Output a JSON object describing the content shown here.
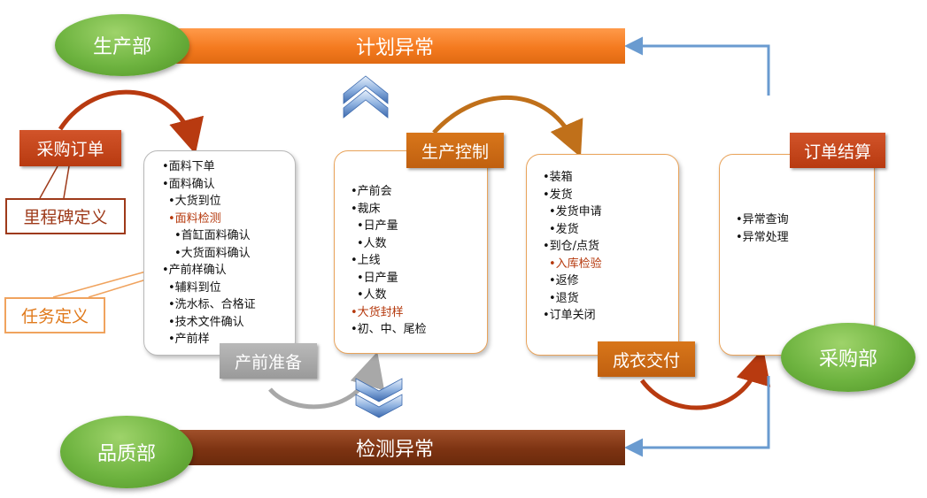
{
  "top_bar": {
    "label": "计划异常"
  },
  "bottom_bar": {
    "label": "检测异常"
  },
  "departments": {
    "production": "生产部",
    "quality": "品质部",
    "purchasing": "采购部"
  },
  "tags": {
    "purchase_order": "采购订单",
    "production_control": "生产控制",
    "order_settlement": "订单结算",
    "garment_delivery": "成衣交付",
    "preproduction_prep": "产前准备"
  },
  "callouts": {
    "milestone_definition": "里程碑定义",
    "task_definition": "任务定义"
  },
  "boxes": {
    "prep": [
      {
        "text": "•面料下单",
        "indent": 0,
        "highlight": false
      },
      {
        "text": "•面料确认",
        "indent": 0,
        "highlight": false
      },
      {
        "text": "•大货到位",
        "indent": 1,
        "highlight": false
      },
      {
        "text": "•面料检测",
        "indent": 1,
        "highlight": true
      },
      {
        "text": "•首缸面料确认",
        "indent": 2,
        "highlight": false
      },
      {
        "text": "•大货面料确认",
        "indent": 2,
        "highlight": false
      },
      {
        "text": "•产前样确认",
        "indent": 0,
        "highlight": false
      },
      {
        "text": "•辅料到位",
        "indent": 1,
        "highlight": false
      },
      {
        "text": "•洗水标、合格证",
        "indent": 1,
        "highlight": false
      },
      {
        "text": "•技术文件确认",
        "indent": 1,
        "highlight": false
      },
      {
        "text": "•产前样",
        "indent": 1,
        "highlight": false
      }
    ],
    "control": [
      {
        "text": "•产前会",
        "indent": 0,
        "highlight": false
      },
      {
        "text": "•裁床",
        "indent": 0,
        "highlight": false
      },
      {
        "text": "•日产量",
        "indent": 1,
        "highlight": false
      },
      {
        "text": "•人数",
        "indent": 1,
        "highlight": false
      },
      {
        "text": "•上线",
        "indent": 0,
        "highlight": false
      },
      {
        "text": "•日产量",
        "indent": 1,
        "highlight": false
      },
      {
        "text": "•人数",
        "indent": 1,
        "highlight": false
      },
      {
        "text": "•大货封样",
        "indent": 0,
        "highlight": true
      },
      {
        "text": "•初、中、尾检",
        "indent": 0,
        "highlight": false
      }
    ],
    "delivery": [
      {
        "text": "•装箱",
        "indent": 0,
        "highlight": false
      },
      {
        "text": "•发货",
        "indent": 0,
        "highlight": false
      },
      {
        "text": "•发货申请",
        "indent": 1,
        "highlight": false
      },
      {
        "text": "•发货",
        "indent": 1,
        "highlight": false
      },
      {
        "text": "•到仓/点货",
        "indent": 0,
        "highlight": false
      },
      {
        "text": "•入库检验",
        "indent": 1,
        "highlight": true
      },
      {
        "text": "•返修",
        "indent": 1,
        "highlight": false
      },
      {
        "text": "•退货",
        "indent": 1,
        "highlight": false
      },
      {
        "text": "•订单关闭",
        "indent": 0,
        "highlight": false
      }
    ],
    "settlement": [
      {
        "text": "•异常查询",
        "indent": 0,
        "highlight": false
      },
      {
        "text": "•异常处理",
        "indent": 0,
        "highlight": false
      }
    ]
  },
  "colors": {
    "top_bar": "#f47a1f",
    "bottom_bar": "#7d3312",
    "department_green": "#6db33f",
    "tag_red": "#b83a10",
    "tag_orange": "#c06010",
    "tag_gray": "#9a9a9a",
    "chevron_blue": "#4a78b8",
    "feedback_arrow_blue": "#6a9bd0"
  }
}
